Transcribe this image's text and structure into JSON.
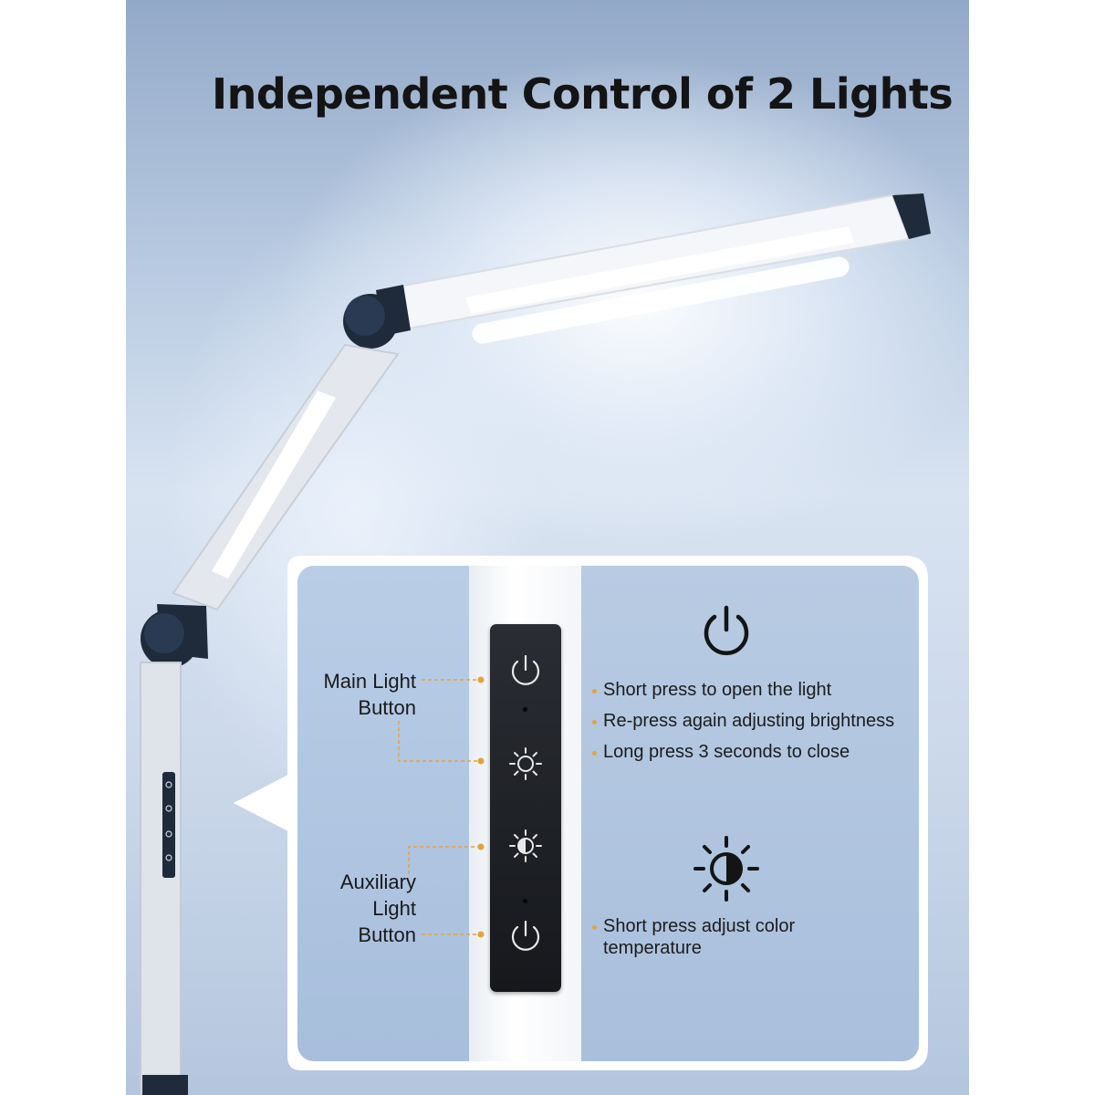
{
  "headline": "Independent Control of 2 Lights",
  "callout": {
    "main_label_line1": "Main Light",
    "main_label_line2": "Button",
    "aux_label_line1": "Auxiliary",
    "aux_label_line2": "Light",
    "aux_label_line3": "Button",
    "main_bullets": [
      "Short press to open the light",
      "Re-press again adjusting brightness",
      "Long press 3 seconds to close"
    ],
    "color_bullet_line1": "Short press adjust color",
    "color_bullet_line2": "temperature"
  },
  "control_pad_icons": [
    "power-icon",
    "brightness-icon",
    "color-temperature-icon",
    "power-icon"
  ],
  "colors": {
    "accent": "#e6a23a",
    "panel_blue": "#b0c5e0",
    "pad_dark": "#1d2025",
    "text": "#141414"
  }
}
